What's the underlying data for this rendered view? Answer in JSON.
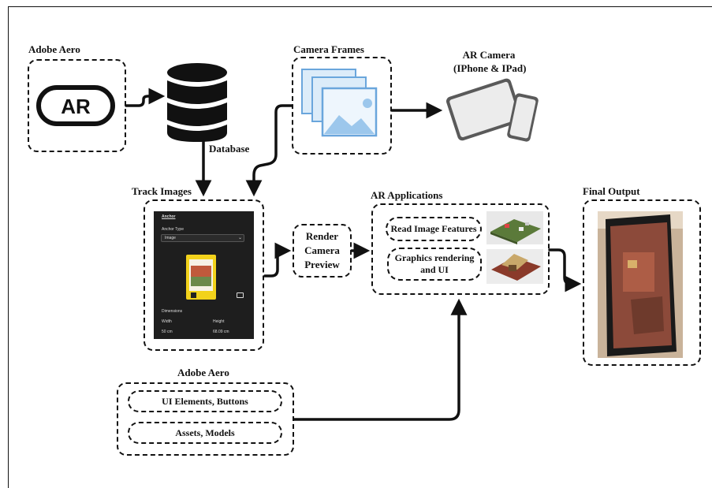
{
  "labels": {
    "adobe_aero_top": "Adobe Aero",
    "database": "Database",
    "camera_frames": "Camera Frames",
    "ar_camera": "AR Camera",
    "ar_camera_devices": "(IPhone & IPad)",
    "track_images": "Track Images",
    "render_line1": "Render",
    "render_line2": "Camera",
    "render_line3": "Preview",
    "ar_applications": "AR Applications",
    "read_features": "Read Image Features",
    "graphics_line1": "Graphics rendering",
    "graphics_line2": "and UI",
    "final_output": "Final Output",
    "adobe_aero_bottom": "Adobe Aero",
    "ui_elements": "UI Elements, Buttons",
    "assets_models": "Assets, Models",
    "ar_logo": "AR"
  },
  "anchor_panel": {
    "title": "Anchor",
    "anchor_type_label": "Anchor Type",
    "anchor_type_value": "Image",
    "dimensions_label": "Dimensions",
    "width_label": "Width",
    "height_label": "Height",
    "width_value": "50 cm",
    "height_value": "68.09 cm"
  },
  "colors": {
    "line": "#111111",
    "frame_blue": "#6aa6dc",
    "frame_fill": "#dcecf9",
    "panel_bg": "#1e1e1e",
    "marker_yellow": "#f2d21b"
  }
}
